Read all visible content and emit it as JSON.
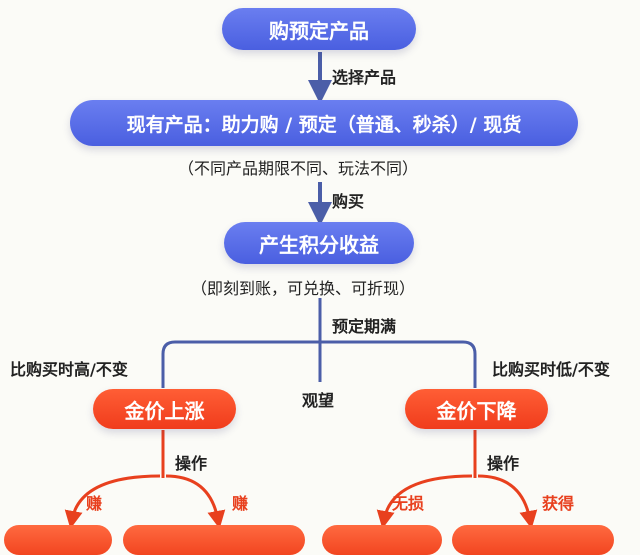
{
  "nodes": {
    "buy_reserve": "购预定产品",
    "products": "现有产品：助力购 / 预定（普通、秒杀）/ 现货",
    "products_note": "（不同产品期限不同、玩法不同）",
    "points_income": "产生积分收益",
    "points_note": "（即刻到账，可兑换、可折现）",
    "gold_up": "金价上涨",
    "gold_down": "金价下降"
  },
  "edges": {
    "select_product": "选择产品",
    "buy": "购买",
    "reserve_expire": "预定期满",
    "higher_or_same": "比购买时高/不变",
    "lower_or_same": "比购买时低/不变",
    "wait": "观望",
    "operate_left": "操作",
    "operate_right": "操作",
    "earn_left": "赚",
    "earn_right": "赚",
    "no_loss": "无损",
    "gain": "获得"
  },
  "colors": {
    "blue_node": "#5468e8",
    "red_node": "#f24a23",
    "connector_blue": "#4b5ea8",
    "connector_red": "#e8401e"
  }
}
